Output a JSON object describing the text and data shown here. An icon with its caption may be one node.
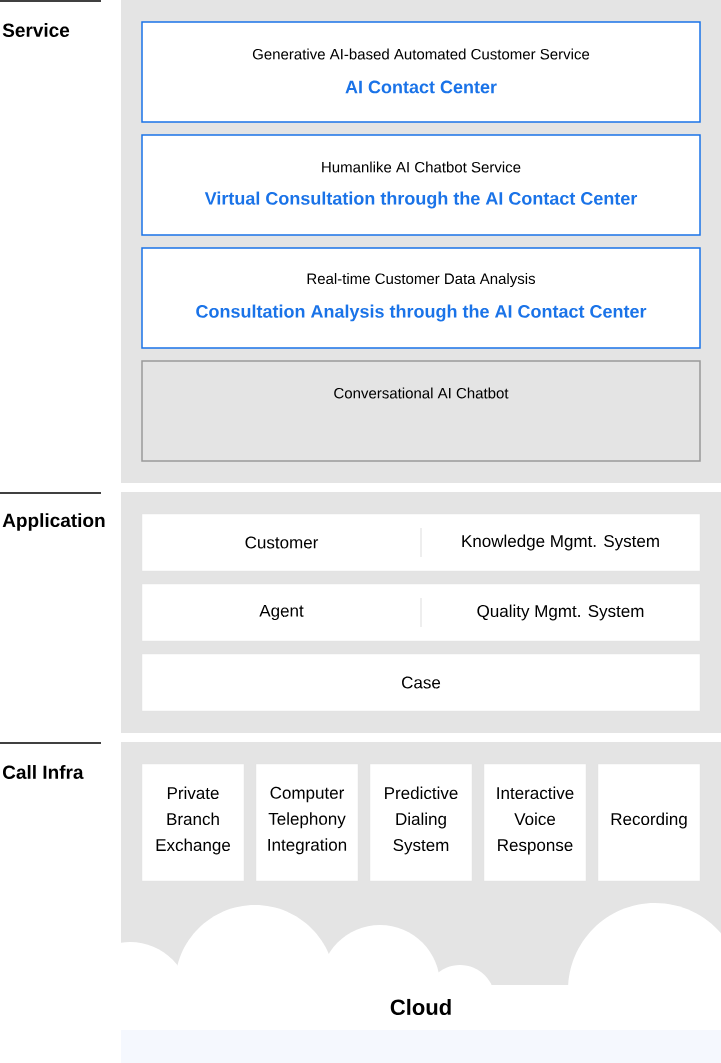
{
  "diagram": {
    "nodes": [
      {
        "text": [
          "Service"
        ]
      },
      {
        "text": [
          "Generative AI-based Automated Customer Service",
          "AI Contact Center"
        ],
        "in": 0
      },
      {
        "text": [
          "Humanlike AI Chatbot Service",
          "Virtual Consultation through the AI Contact Center"
        ],
        "in": 0
      },
      {
        "text": [
          "Real-time Customer Data Analysis",
          "Consultation Analysis through the AI Contact Center"
        ],
        "in": 0
      },
      {
        "text": [
          "Conversational AI Chatbot"
        ],
        "in": 0
      },
      {
        "text": [
          "Application"
        ]
      },
      {
        "text": [
          "Customer",
          "Knowledge Mgmt. System"
        ],
        "in": 5
      },
      {
        "text": [
          "Agent",
          "Quality Mgmt. System"
        ],
        "in": 5
      },
      {
        "text": [
          "Case"
        ],
        "in": 5
      },
      {
        "text": [
          "Call Infra"
        ]
      },
      {
        "text": [
          "Private Branch Exchange"
        ],
        "in": 9
      },
      {
        "text": [
          "Computer Telephony Integration"
        ],
        "in": 9
      },
      {
        "text": [
          "Predictive Dialing System"
        ],
        "in": 9
      },
      {
        "text": [
          "Interactive Voice Response"
        ],
        "in": 9
      },
      {
        "text": [
          "Recording"
        ],
        "in": 9
      },
      {
        "text": [
          "Cloud"
        ],
        "in": 9
      }
    ]
  }
}
